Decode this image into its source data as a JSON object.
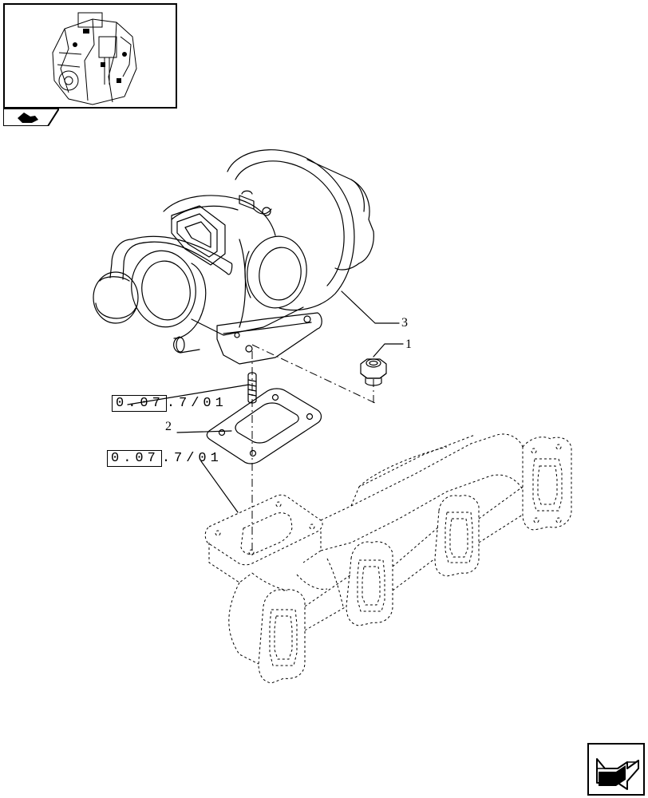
{
  "thumbnail": {
    "label": "engine-overview-thumbnail",
    "icon": "engine-icon"
  },
  "section_icon": "section-tab-icon",
  "callouts": {
    "item_1": "1",
    "item_2": "2",
    "item_3": "3"
  },
  "references": {
    "ref_a_framed": "0.07",
    "ref_a_rest": ".7/01",
    "ref_b_framed": "0.07",
    "ref_b_rest": ".7/01"
  },
  "nav": {
    "icon": "next-page-arrow-icon"
  }
}
